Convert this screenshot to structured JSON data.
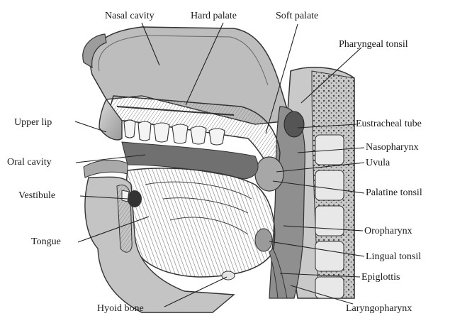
{
  "labels": {
    "nasal_cavity": "Nasal cavity",
    "hard_palate": "Hard palate",
    "soft_palate": "Soft palate",
    "pharyngeal_tonsil": "Pharyngeal tonsil",
    "eustachian_tube": "Eustracheal tube",
    "upper_lip": "Upper lip",
    "nasopharynx": "Nasopharynx",
    "oral_cavity": "Oral cavity",
    "uvula": "Uvula",
    "palatine_tonsil": "Palatine tonsil",
    "vestibule": "Vestibule",
    "tongue": "Tongue",
    "oropharynx": "Oropharynx",
    "lingual_tonsil": "Lingual tonsil",
    "epiglottis": "Epiglottis",
    "hyoid_bone": "Hyoid bone",
    "laryngopharynx": "Laryngopharynx"
  }
}
